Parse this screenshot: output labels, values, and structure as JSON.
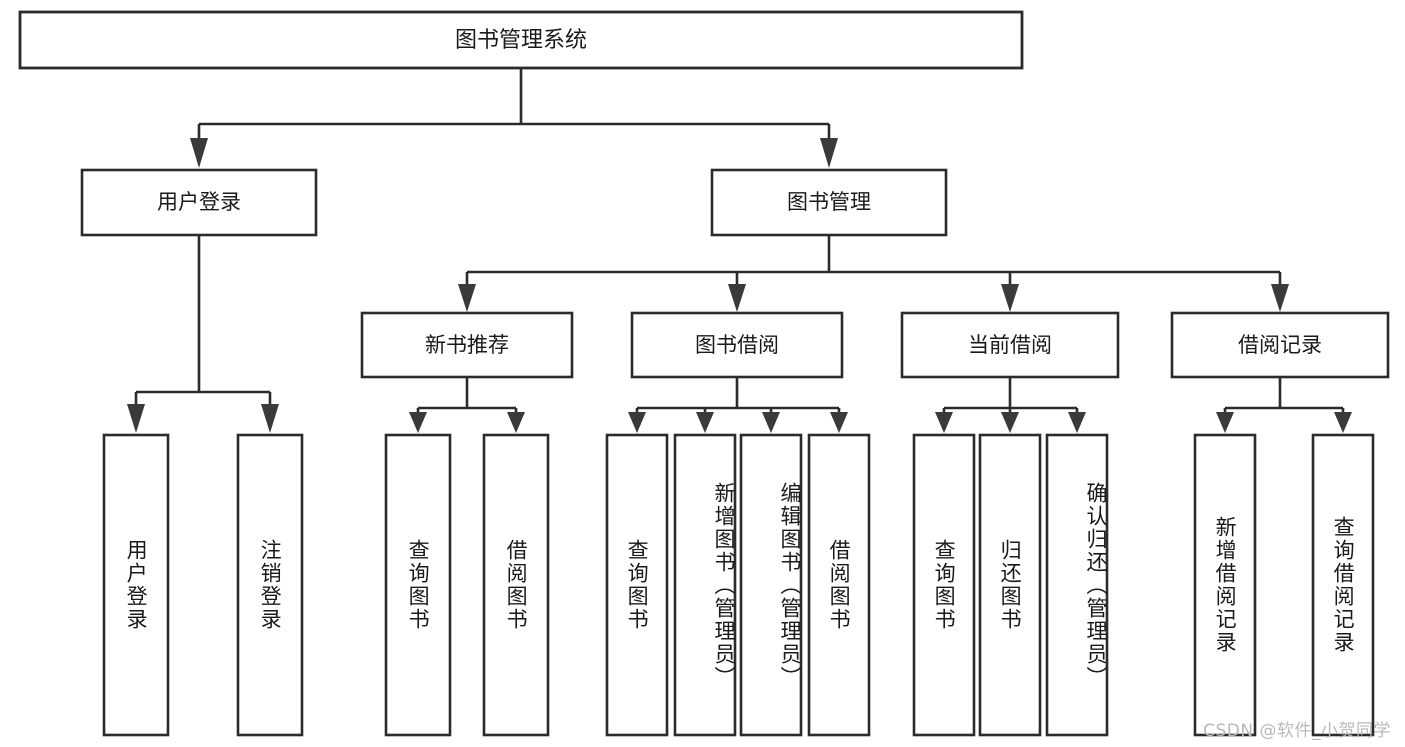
{
  "diagram": {
    "title": "图书管理系统",
    "type": "tree-hierarchy",
    "watermark": "CSDN @软件_小贺同学",
    "colors": {
      "box_stroke": "#2b2b2b",
      "box_fill": "#ffffff",
      "text": "#1a1a1a",
      "connector": "#2b2b2b",
      "watermark": "#b9b9b9",
      "background": "#ffffff"
    },
    "root": {
      "label": "图书管理系统"
    },
    "level1": [
      {
        "label": "用户登录"
      },
      {
        "label": "图书管理"
      }
    ],
    "level2": [
      {
        "label": "新书推荐"
      },
      {
        "label": "图书借阅"
      },
      {
        "label": "当前借阅"
      },
      {
        "label": "借阅记录"
      }
    ],
    "leaves": {
      "user_login": [
        {
          "label": "用户登录"
        },
        {
          "label": "注销登录"
        }
      ],
      "new_book_recommend": [
        {
          "label": "查询图书"
        },
        {
          "label": "借阅图书"
        }
      ],
      "book_borrow": [
        {
          "label": "查询图书"
        },
        {
          "label": "新增图书（管理员）"
        },
        {
          "label": "编辑图书（管理员）"
        },
        {
          "label": "借阅图书"
        }
      ],
      "current_borrow": [
        {
          "label": "查询图书"
        },
        {
          "label": "归还图书"
        },
        {
          "label": "确认归还（管理员）"
        }
      ],
      "borrow_record": [
        {
          "label": "新增借阅记录"
        },
        {
          "label": "查询借阅记录"
        }
      ]
    }
  }
}
